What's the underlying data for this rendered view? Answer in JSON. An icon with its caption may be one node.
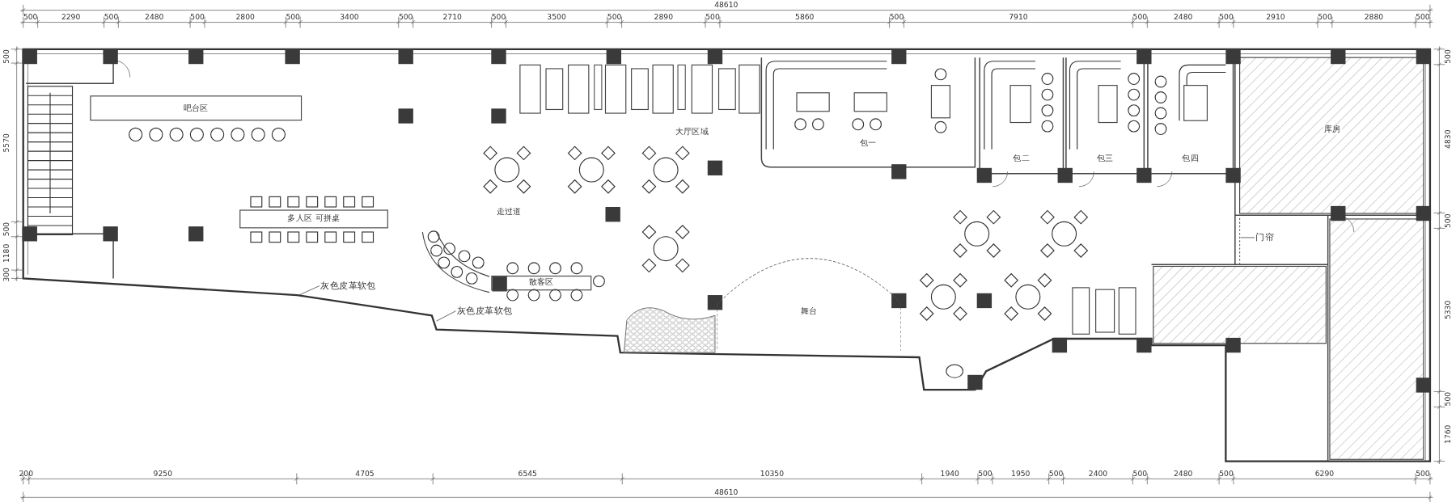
{
  "diagram": {
    "nodes": [
      {
        "text": [
          "吧台区"
        ]
      },
      {
        "text": [
          "多人区 可拼桌"
        ]
      },
      {
        "text": [
          "散客区"
        ]
      },
      {
        "text": [
          "包一"
        ]
      },
      {
        "text": [
          "包二"
        ]
      },
      {
        "text": [
          "包三"
        ]
      },
      {
        "text": [
          "包四"
        ]
      },
      {
        "text": [
          "库房"
        ]
      },
      {
        "text": [
          "舞台"
        ]
      },
      {
        "text": [
          "灰色皮革软包"
        ]
      },
      {
        "text": [
          "灰色皮革软包"
        ]
      },
      {
        "text": [
          "门帘"
        ]
      },
      {
        "text": [],
        "shape": "line"
      }
    ],
    "edges": [
      {
        "from": 9,
        "to": null,
        "arrow": "none"
      },
      {
        "from": 10,
        "to": null,
        "arrow": "none"
      },
      {
        "from": 11,
        "to": 12,
        "arrow": "none"
      }
    ],
    "labels": [
      "48610",
      "500",
      "2290",
      "500",
      "2480",
      "500",
      "2800",
      "500",
      "3400",
      "500",
      "2710",
      "500",
      "3500",
      "500",
      "2890",
      "500",
      "5860",
      "500",
      "7910",
      "500",
      "2480",
      "500",
      "2910",
      "500",
      "2880",
      "500",
      "500",
      "5570",
      "500",
      "1180",
      "300",
      "大厅区域",
      "走过道",
      "500",
      "4830",
      "500",
      "5330",
      "500",
      "1760",
      "200",
      "9250",
      "4705",
      "6545",
      "10350",
      "1940",
      "500",
      "1950",
      "500",
      "2400",
      "500",
      "2480",
      "500",
      "6290",
      "500",
      "48610"
    ]
  }
}
